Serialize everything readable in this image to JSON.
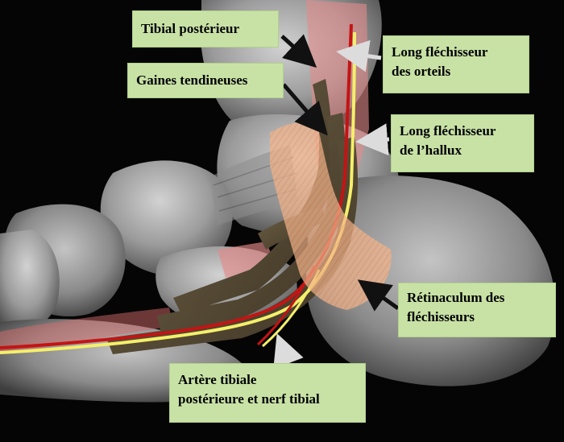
{
  "labels": {
    "tibial_posterieur": "Tibial postérieur",
    "gaines_tendineuses": "Gaines tendineuses",
    "long_flechisseur_orteils": [
      "Long fléchisseur",
      "des orteils"
    ],
    "long_flechisseur_hallux": [
      "Long fléchisseur",
      "de l’hallux"
    ],
    "retinaculum": [
      "Rétinaculum des",
      "fléchisseurs"
    ],
    "artere_nerf": [
      "Artère tibiale",
      "postérieure et nerf tibial"
    ]
  },
  "colors": {
    "label_background": "#c8e2a6",
    "bone": "#9b9b9b",
    "tendon_sheath": "#5a4d36",
    "artery": "#c41414",
    "nerf": "#f4ef6a",
    "muscle": "#e38a8a",
    "retinaculum": "#f2b48a",
    "arrow_dark": "#111111",
    "arrow_light": "#dcdcdc"
  }
}
